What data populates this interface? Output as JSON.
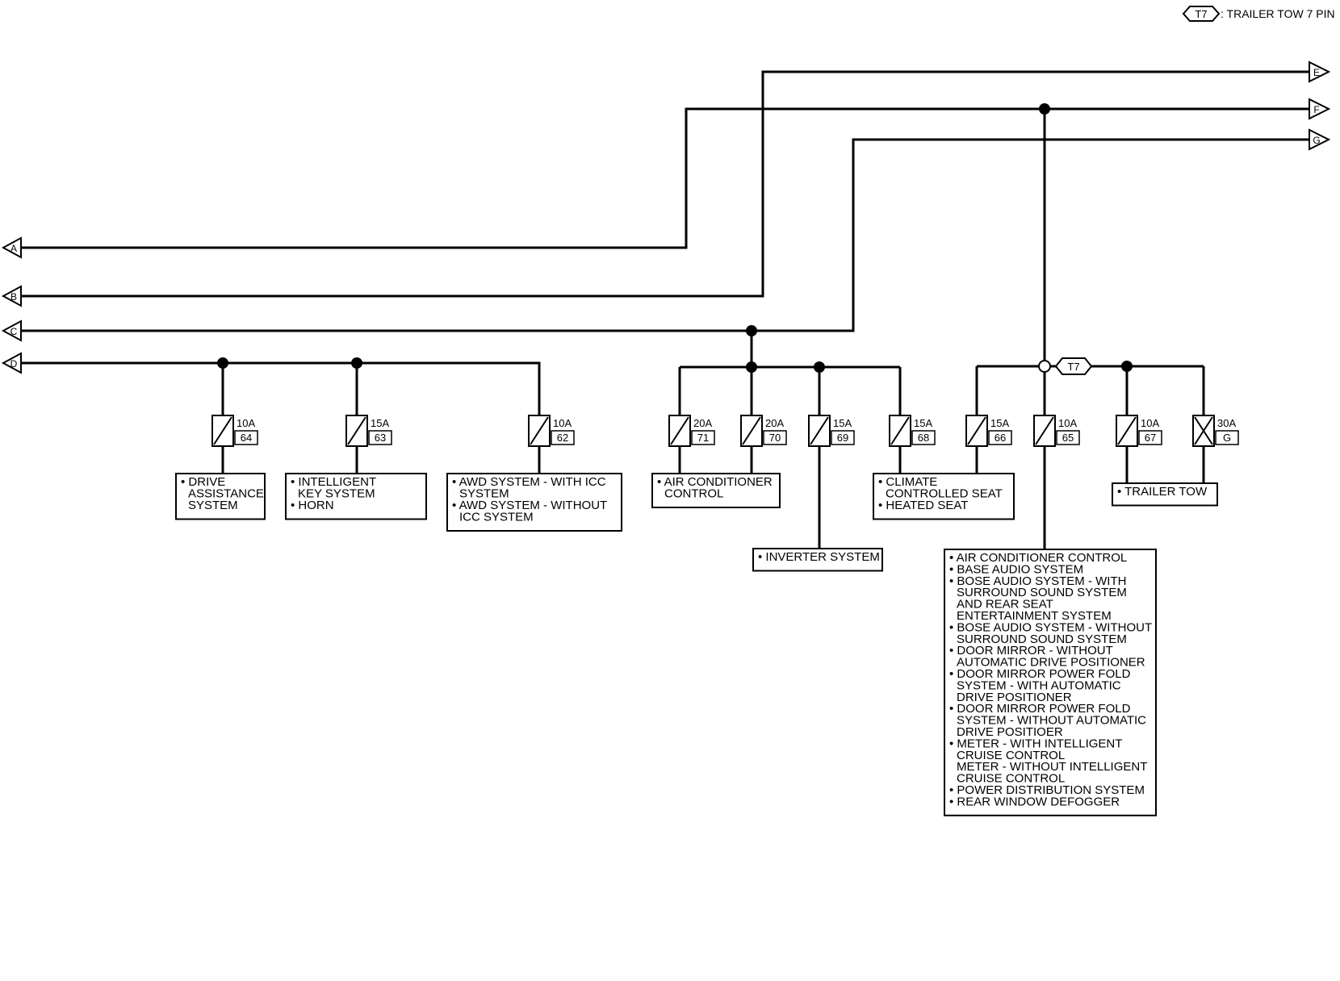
{
  "legend": {
    "symbol": "T7",
    "text": ": TRAILER TOW 7 PIN"
  },
  "connectors": {
    "A": "A",
    "B": "B",
    "C": "C",
    "D": "D",
    "E": "E",
    "F": "F",
    "G": "G"
  },
  "t7_connector": "T7",
  "fuses": {
    "f64": {
      "amp": "10A",
      "num": "64"
    },
    "f63": {
      "amp": "15A",
      "num": "63"
    },
    "f62": {
      "amp": "10A",
      "num": "62"
    },
    "f71": {
      "amp": "20A",
      "num": "71"
    },
    "f70": {
      "amp": "20A",
      "num": "70"
    },
    "f69": {
      "amp": "15A",
      "num": "69"
    },
    "f68": {
      "amp": "15A",
      "num": "68"
    },
    "f66": {
      "amp": "15A",
      "num": "66"
    },
    "f65": {
      "amp": "10A",
      "num": "65"
    },
    "f67": {
      "amp": "10A",
      "num": "67"
    },
    "fG": {
      "amp": "30A",
      "num": "G"
    }
  },
  "loads": {
    "drive_assistance": [
      "• DRIVE",
      "ASSISTANCE",
      "SYSTEM"
    ],
    "intelligent_key": [
      "• INTELLIGENT",
      "KEY SYSTEM",
      "• HORN"
    ],
    "awd": [
      "• AWD SYSTEM - WITH ICC",
      "SYSTEM",
      "• AWD SYSTEM - WITHOUT",
      "ICC SYSTEM"
    ],
    "air_conditioner": [
      "• AIR CONDITIONER",
      "CONTROL"
    ],
    "inverter": [
      "• INVERTER SYSTEM"
    ],
    "climate_seat": [
      "• CLIMATE",
      "CONTROLLED SEAT",
      "• HEATED SEAT"
    ],
    "trailer_tow": [
      "• TRAILER TOW"
    ],
    "fuse65_loads": [
      "• AIR CONDITIONER CONTROL",
      "• BASE AUDIO SYSTEM",
      "• BOSE AUDIO SYSTEM - WITH",
      "SURROUND SOUND SYSTEM",
      "AND REAR SEAT",
      "ENTERTAINMENT SYSTEM",
      "• BOSE AUDIO SYSTEM - WITHOUT",
      "SURROUND SOUND SYSTEM",
      "• DOOR MIRROR - WITHOUT",
      "AUTOMATIC DRIVE POSITIONER",
      "• DOOR MIRROR POWER FOLD",
      "SYSTEM - WITH AUTOMATIC",
      "DRIVE POSITIONER",
      "• DOOR MIRROR POWER FOLD",
      "SYSTEM - WITHOUT AUTOMATIC",
      "DRIVE POSITIOER",
      "• METER - WITH INTELLIGENT",
      "CRUISE CONTROL",
      "METER - WITHOUT INTELLIGENT",
      "CRUISE CONTROL",
      "• POWER DISTRIBUTION SYSTEM",
      "• REAR WINDOW DEFOGGER"
    ]
  }
}
